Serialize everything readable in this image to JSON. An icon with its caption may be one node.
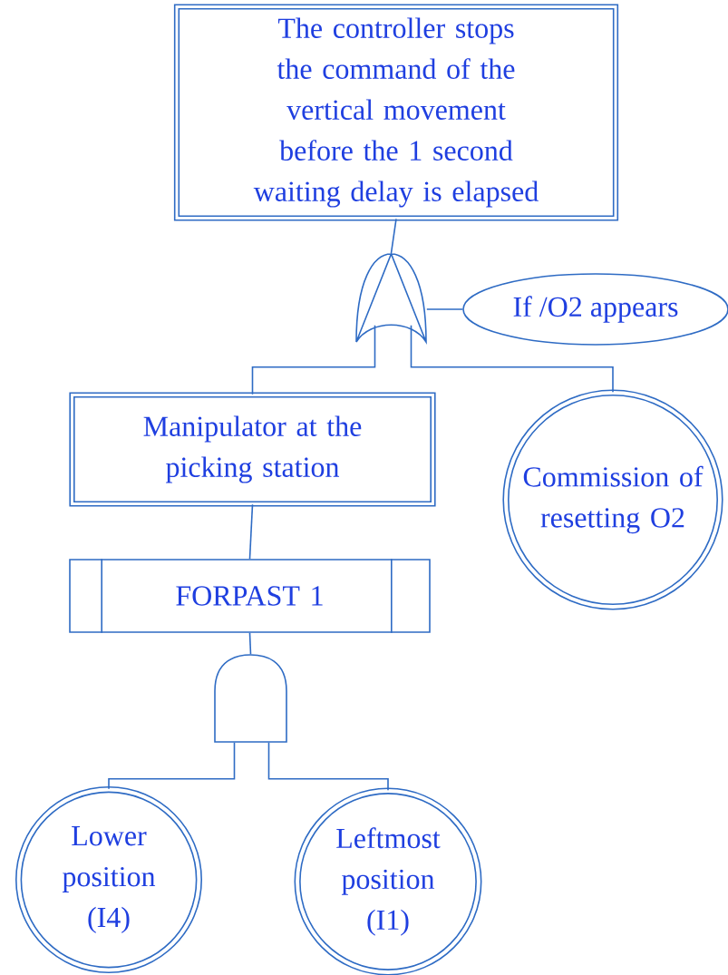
{
  "diagram": {
    "nodes": [
      {
        "text": [
          "The controller stops the command of the vertical movement before the 1 second waiting delay is elapsed"
        ]
      },
      {
        "text": [],
        "shape": "gate"
      },
      {
        "text": [
          "If /O2 appears"
        ]
      },
      {
        "text": [
          "Manipulator at the picking station"
        ]
      },
      {
        "text": [
          "Commission of resetting O2"
        ]
      },
      {
        "text": [
          "FORPAST 1"
        ]
      },
      {
        "text": [],
        "shape": "gate"
      },
      {
        "text": [
          "Lower position (I4)"
        ]
      },
      {
        "text": [
          "Leftmost position (I1)"
        ]
      }
    ],
    "edges": [
      {
        "from": 0,
        "to": 1,
        "arrow": "none"
      },
      {
        "from": 1,
        "to": 3,
        "arrow": "none"
      },
      {
        "from": 1,
        "to": 4,
        "arrow": "none"
      },
      {
        "from": 2,
        "to": 1,
        "arrow": "none"
      },
      {
        "from": 3,
        "to": 5,
        "arrow": "none"
      },
      {
        "from": 5,
        "to": 6,
        "arrow": "none"
      },
      {
        "from": 6,
        "to": 7,
        "arrow": "none"
      },
      {
        "from": 6,
        "to": 8,
        "arrow": "none"
      }
    ]
  }
}
